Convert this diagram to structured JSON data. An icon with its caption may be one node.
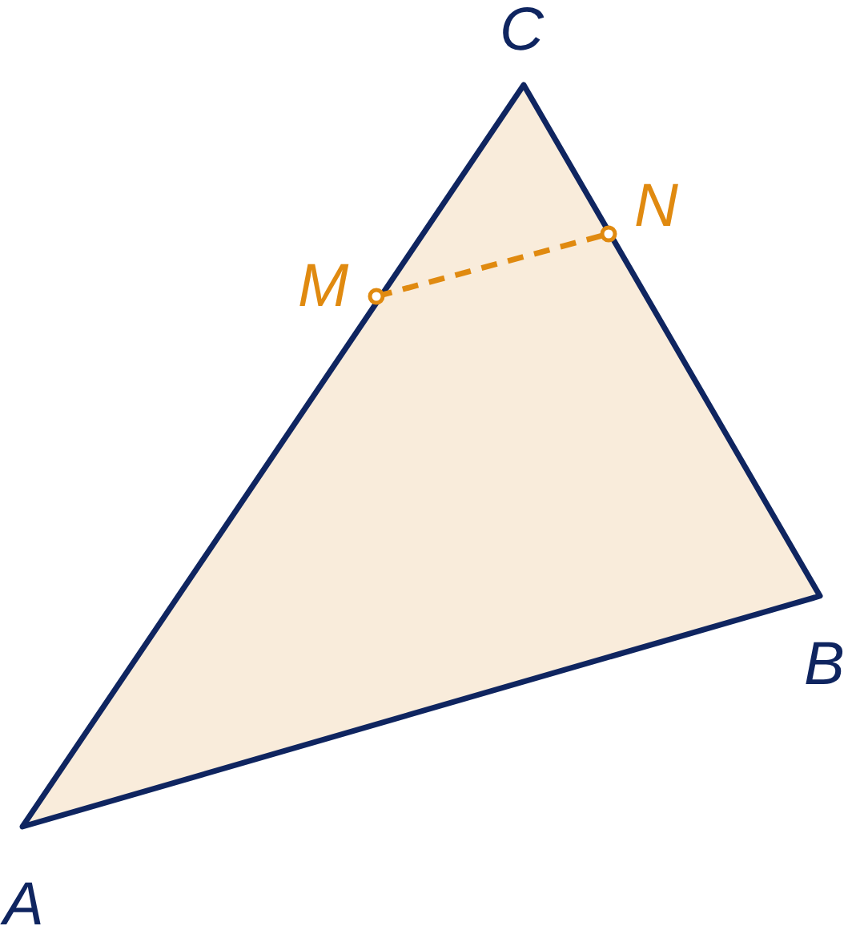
{
  "diagram": {
    "labels": [
      "C",
      "N",
      "M",
      "B",
      "A"
    ]
  }
}
